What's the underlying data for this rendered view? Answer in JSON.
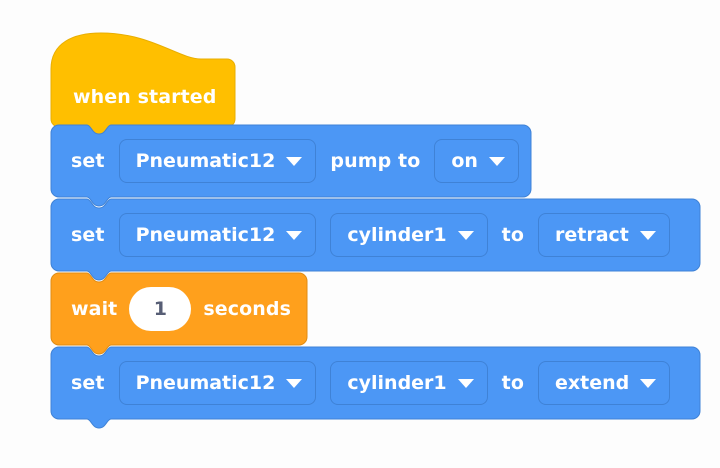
{
  "workspace": {
    "background_color": "#FDFDFD",
    "name": "block-workspace"
  },
  "palette": {
    "hat_block_color": "#FFBF00",
    "hat_block_border": "#E0A800",
    "control_block_color": "#FFA01C",
    "control_block_border": "#E08C14",
    "action_block_color": "#4C97F5",
    "action_block_border": "#3F82D6",
    "field_text_color": "#FFFFFF",
    "number_text_color": "#575E75"
  },
  "script": {
    "blocks": [
      {
        "id": "when-started",
        "type": "hat",
        "label": "when started"
      },
      {
        "id": "set-pump",
        "type": "action",
        "prefix": "set",
        "device": "Pneumatic12",
        "middle": "pump to",
        "value": "on"
      },
      {
        "id": "set-cylinder-retract",
        "type": "action",
        "prefix": "set",
        "device": "Pneumatic12",
        "port": "cylinder1",
        "middle": "to",
        "value": "retract"
      },
      {
        "id": "wait-seconds",
        "type": "control",
        "prefix": "wait",
        "duration": "1",
        "suffix": "seconds"
      },
      {
        "id": "set-cylinder-extend",
        "type": "action",
        "prefix": "set",
        "device": "Pneumatic12",
        "port": "cylinder1",
        "middle": "to",
        "value": "extend"
      }
    ]
  }
}
